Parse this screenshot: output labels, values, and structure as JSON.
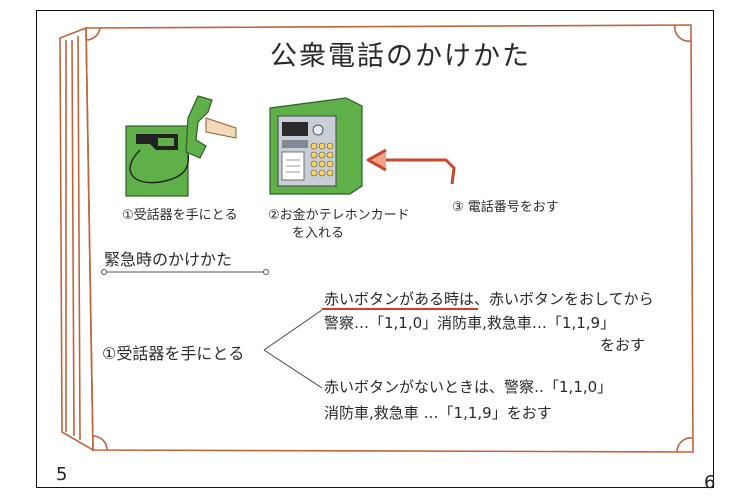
{
  "page": {
    "title": "公衆電話のかけかた",
    "page_left": "5",
    "page_right": "6"
  },
  "steps": [
    {
      "label": "①受話器を手にとる"
    },
    {
      "label_line1": "②お金かテレホンカード",
      "label_line2": "を入れる"
    },
    {
      "label": "③ 電話番号をおす"
    }
  ],
  "emergency": {
    "heading": "緊急時のかけかた",
    "step1": "①受話器を手にとる",
    "branch_red": {
      "line1_prefix": "赤いボタンがある時",
      "line1_suffix": "は、赤いボタンをおしてから",
      "line2": "警察…「1,1,0」消防車,救急車…「1,1,9」",
      "line3": "をおす"
    },
    "branch_nored": {
      "line1": "赤いボタンがないときは、警察‥「1,1,0」",
      "line2": "消防車,救急車 …「1,1,9」をおす"
    }
  },
  "colors": {
    "frame_brown": "#c0643c",
    "phone_green": "#5fb048",
    "arrow_red": "#c8472e",
    "underline_red": "#e0342c",
    "panel_gray": "#c9ced6"
  },
  "icons": [
    "receiver-phone-icon",
    "payphone-icon",
    "red-arrow-icon"
  ]
}
